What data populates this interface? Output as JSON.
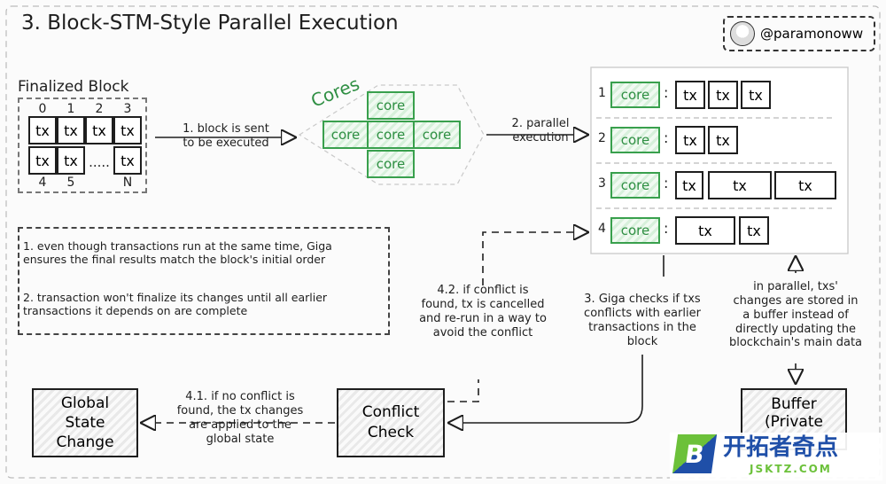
{
  "title": "3. Block-STM-Style Parallel Execution",
  "author_tag": "@paramonoww",
  "finalized_block": {
    "label": "Finalized Block",
    "top_indices": [
      "0",
      "1",
      "2",
      "3"
    ],
    "row1": [
      "tx",
      "tx",
      "tx",
      "tx"
    ],
    "row2": [
      "tx",
      "tx",
      ".....",
      "tx"
    ],
    "bottom_indices": [
      "4",
      "5",
      "N"
    ]
  },
  "step1_label": [
    "1. block is sent",
    "to be executed"
  ],
  "cores": {
    "label": "Cores",
    "cells": [
      "core",
      "core",
      "core",
      "core",
      "core"
    ]
  },
  "step2_label": [
    "2. parallel",
    "execution"
  ],
  "execution_rows": [
    {
      "number": "1",
      "core": "core",
      "sep": ":",
      "txs": [
        "tx",
        "tx",
        "tx"
      ]
    },
    {
      "number": "2",
      "core": "core",
      "sep": ":",
      "txs": [
        "tx",
        "tx"
      ]
    },
    {
      "number": "3",
      "core": "core",
      "sep": ":",
      "txs": [
        "tx",
        "tx",
        "tx"
      ]
    },
    {
      "number": "4",
      "core": "core",
      "sep": ":",
      "txs": [
        "tx",
        "tx"
      ]
    }
  ],
  "notes": [
    [
      "1. even though transactions run at the same time, Giga",
      "ensures the final results match the block's initial order"
    ],
    [
      "2. transaction won't finalize its changes until all earlier",
      "transactions it depends on are complete"
    ]
  ],
  "step42_label": [
    "4.2. if conflict is",
    "found, tx is cancelled",
    "and re-run in a way to",
    "avoid the conflict"
  ],
  "step3_label": [
    "3. Giga checks if txs",
    "conflicts with earlier",
    "transactions in the",
    "block"
  ],
  "buffer_note": [
    "in parallel, txs'",
    "changes are stored in",
    "a buffer instead of",
    "directly updating the",
    "blockchain's main data"
  ],
  "buffer_box": [
    "Buffer",
    "(Private"
  ],
  "global_state_box": [
    "Global",
    "State",
    "Change"
  ],
  "step41_label": [
    "4.1. if no conflict is",
    "found, the tx changes",
    "are applied to the",
    "global state"
  ],
  "conflict_check_box": [
    "Conflict",
    "Check"
  ],
  "watermark": {
    "logo_letter": "B",
    "name": "开拓者奇点",
    "domain": "JSKTZ.COM"
  },
  "colors": {
    "green": "#39a04d",
    "green_text": "#2f8f43",
    "ink": "#1e1e1e",
    "watermark_blue": "#1f4fa8",
    "watermark_green": "#6cc13a"
  }
}
